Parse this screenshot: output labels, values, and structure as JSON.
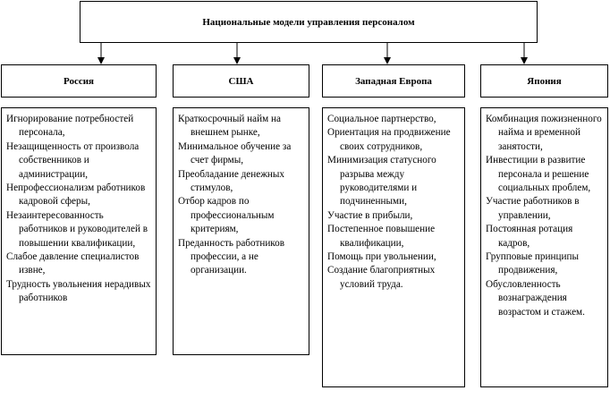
{
  "title": "Национальные модели управления персоналом",
  "columns": [
    {
      "header": "Россия",
      "items": [
        "Игнорирование потребностей персонала,",
        "Незащищенность от произвола собственников и администрации,",
        "Непрофессионализм работников кадровой сферы,",
        "Незаинтересованность работников и руководителей в повышении квалификации,",
        "Слабое давление специалистов извне,",
        "Трудность увольнения нерадивых работников"
      ]
    },
    {
      "header": "США",
      "items": [
        "Краткосрочный найм на внешнем рынке,",
        "Минимальное обучение за счет фирмы,",
        "Преобладание денежных стимулов,",
        "Отбор кадров по профессиональным критериям,",
        "Преданность работников профессии, а не организации."
      ]
    },
    {
      "header": "Западная Европа",
      "items": [
        "Социальное партнерство,",
        "Ориентация на продвижение своих сотрудников,",
        "Минимизация статусного разрыва между руководителями и подчиненными,",
        "Участие в прибыли,",
        "Постепенное повышение квалификации,",
        "Помощь при увольнении,",
        "Создание благоприятных условий труда."
      ]
    },
    {
      "header": "Япония",
      "items": [
        "Комбинация пожизненного найма и временной занятости,",
        "Инвестиции в развитие персонала и решение социальных проблем,",
        "Участие работников в управлении,",
        "Постоянная ротация кадров,",
        "Групповые принципы продвижения,",
        "Обусловленность вознаграждения возрастом и стажем."
      ]
    }
  ]
}
